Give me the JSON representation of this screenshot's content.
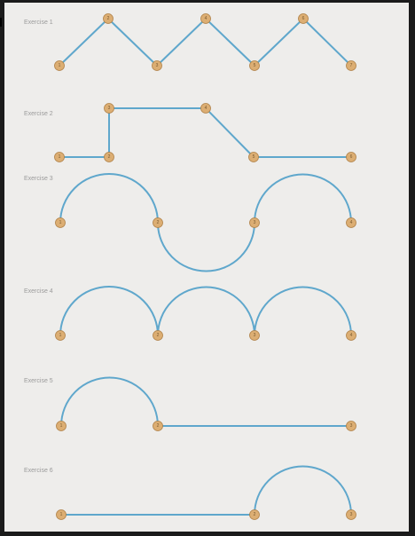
{
  "colors": {
    "background": "#1b1b1b",
    "sheet": "#eeedeb",
    "line": "#5fa7cc",
    "node_fill": "#dcae73",
    "node_stroke": "#b08147",
    "label": "#9b9b9b"
  },
  "exercises": [
    {
      "label": "Exercise 1",
      "nodes": [
        {
          "id": "a",
          "label": "1"
        },
        {
          "id": "b",
          "label": "2"
        },
        {
          "id": "c",
          "label": "3"
        },
        {
          "id": "d",
          "label": "4"
        },
        {
          "id": "e",
          "label": "5"
        },
        {
          "id": "f",
          "label": "6"
        },
        {
          "id": "g",
          "label": "7"
        }
      ],
      "connections": [
        {
          "from": "a",
          "to": "b",
          "shape": "line"
        },
        {
          "from": "b",
          "to": "c",
          "shape": "line"
        },
        {
          "from": "c",
          "to": "d",
          "shape": "line"
        },
        {
          "from": "d",
          "to": "e",
          "shape": "line"
        },
        {
          "from": "e",
          "to": "f",
          "shape": "line"
        },
        {
          "from": "f",
          "to": "g",
          "shape": "line"
        }
      ]
    },
    {
      "label": "Exercise 2",
      "nodes": [
        {
          "id": "a",
          "label": "1"
        },
        {
          "id": "b",
          "label": "2"
        },
        {
          "id": "c",
          "label": "3"
        },
        {
          "id": "d",
          "label": "4"
        },
        {
          "id": "e",
          "label": "5"
        },
        {
          "id": "f",
          "label": "6"
        }
      ],
      "connections": [
        {
          "from": "a",
          "to": "b",
          "shape": "line"
        },
        {
          "from": "b",
          "to": "c",
          "shape": "line"
        },
        {
          "from": "c",
          "to": "d",
          "shape": "line"
        },
        {
          "from": "d",
          "to": "e",
          "shape": "line"
        },
        {
          "from": "e",
          "to": "f",
          "shape": "line"
        }
      ]
    },
    {
      "label": "Exercise 3",
      "nodes": [
        {
          "id": "a",
          "label": "1"
        },
        {
          "id": "b",
          "label": "2"
        },
        {
          "id": "c",
          "label": "3"
        },
        {
          "id": "d",
          "label": "4"
        }
      ],
      "connections": [
        {
          "from": "a",
          "to": "b",
          "shape": "arc-up"
        },
        {
          "from": "b",
          "to": "c",
          "shape": "arc-down"
        },
        {
          "from": "c",
          "to": "d",
          "shape": "arc-up"
        }
      ]
    },
    {
      "label": "Exercise 4",
      "nodes": [
        {
          "id": "a",
          "label": "1"
        },
        {
          "id": "b",
          "label": "2"
        },
        {
          "id": "c",
          "label": "3"
        },
        {
          "id": "d",
          "label": "4"
        }
      ],
      "connections": [
        {
          "from": "a",
          "to": "b",
          "shape": "arc-up"
        },
        {
          "from": "b",
          "to": "c",
          "shape": "arc-up"
        },
        {
          "from": "c",
          "to": "d",
          "shape": "arc-up"
        }
      ]
    },
    {
      "label": "Exercise 5",
      "nodes": [
        {
          "id": "a",
          "label": "1"
        },
        {
          "id": "b",
          "label": "2"
        },
        {
          "id": "c",
          "label": "3"
        }
      ],
      "connections": [
        {
          "from": "a",
          "to": "b",
          "shape": "arc-up"
        },
        {
          "from": "b",
          "to": "c",
          "shape": "line"
        }
      ]
    },
    {
      "label": "Exercise 6",
      "nodes": [
        {
          "id": "a",
          "label": "1"
        },
        {
          "id": "b",
          "label": "2"
        },
        {
          "id": "c",
          "label": "3"
        }
      ],
      "connections": [
        {
          "from": "a",
          "to": "b",
          "shape": "line"
        },
        {
          "from": "b",
          "to": "c",
          "shape": "arc-up"
        }
      ]
    }
  ]
}
